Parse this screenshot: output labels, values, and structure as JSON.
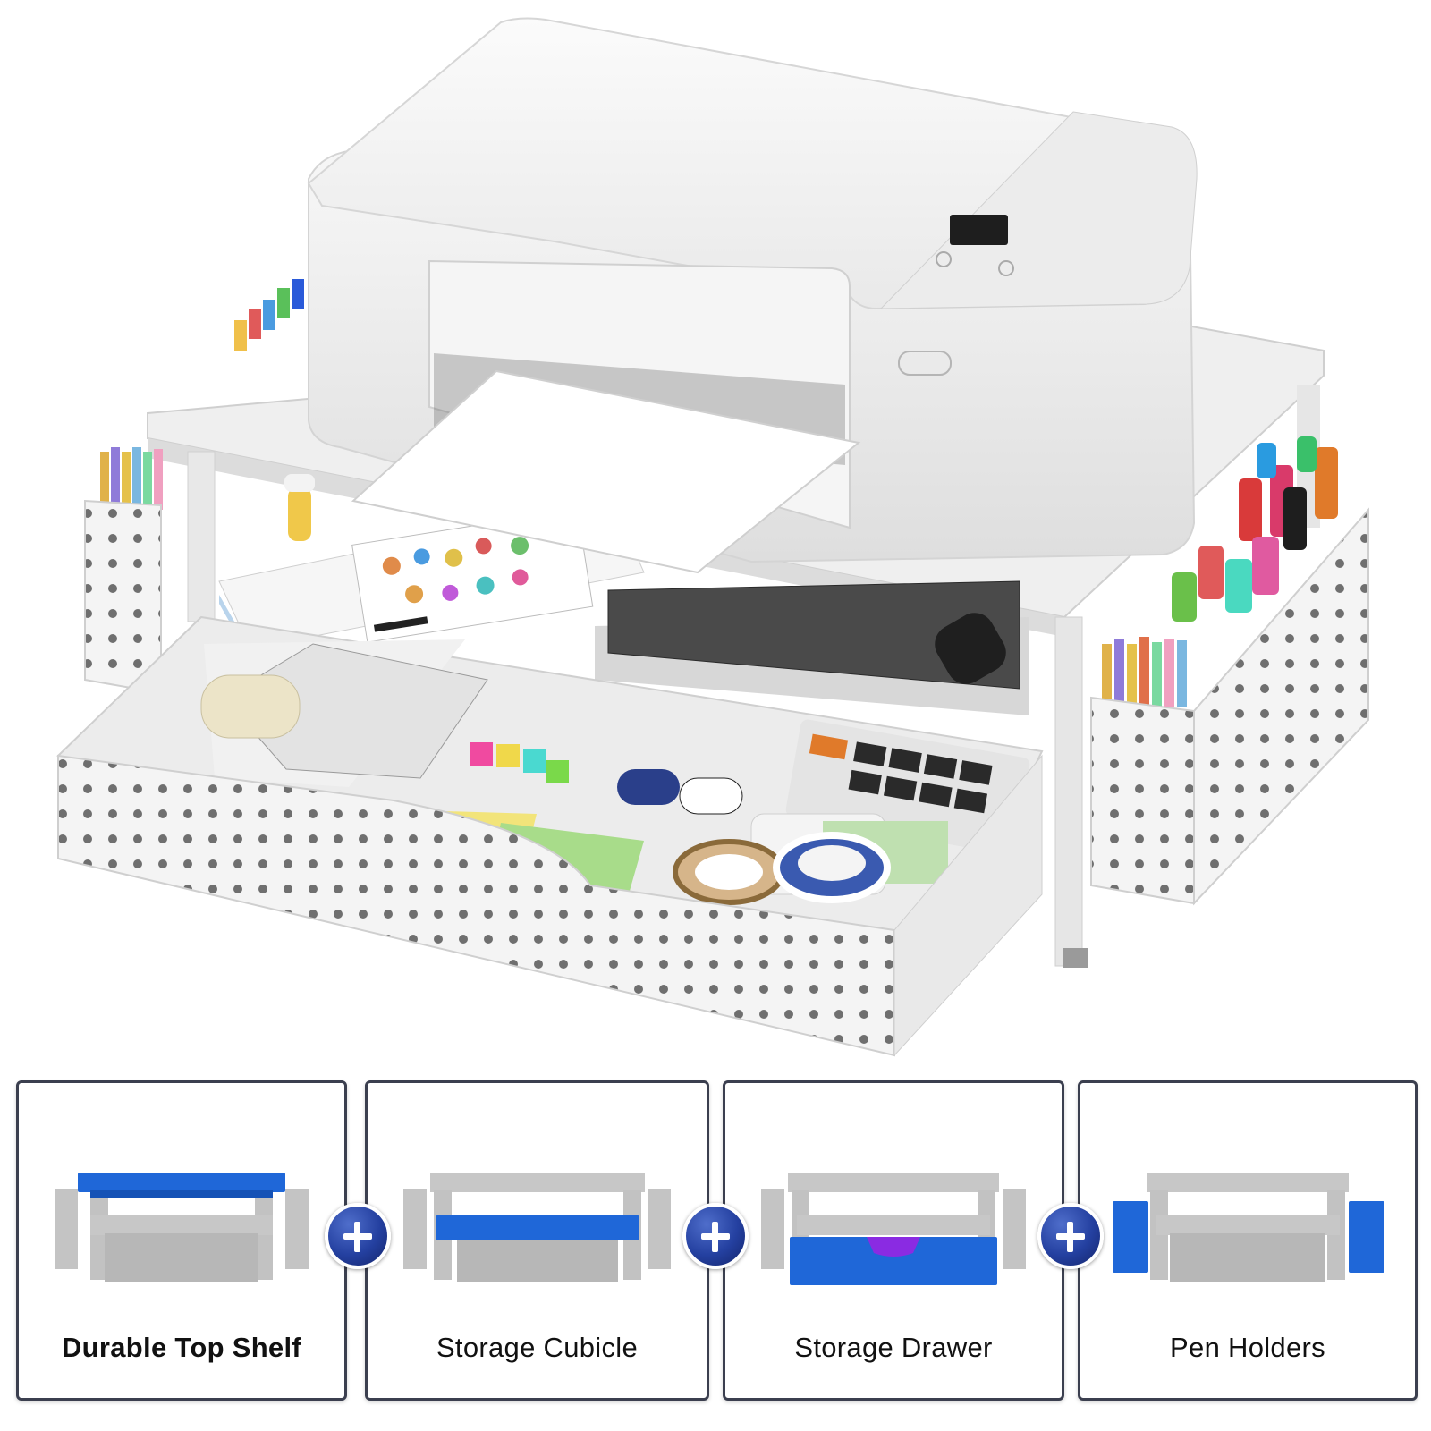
{
  "features": [
    {
      "label": "Durable Top Shelf",
      "highlight": "top-shelf"
    },
    {
      "label": "Storage Cubicle",
      "highlight": "cubicle"
    },
    {
      "label": "Storage Drawer",
      "highlight": "drawer"
    },
    {
      "label": "Pen Holders",
      "highlight": "pen-holders"
    }
  ],
  "colors": {
    "highlight": "#1f67d8",
    "drawer_handle": "#8a2be2",
    "diagram_gray": "#c2c2c2",
    "card_border": "#3b3f4f",
    "plus_badge": "#2440a0"
  },
  "icons": [
    "plus-icon",
    "plus-icon",
    "plus-icon"
  ]
}
